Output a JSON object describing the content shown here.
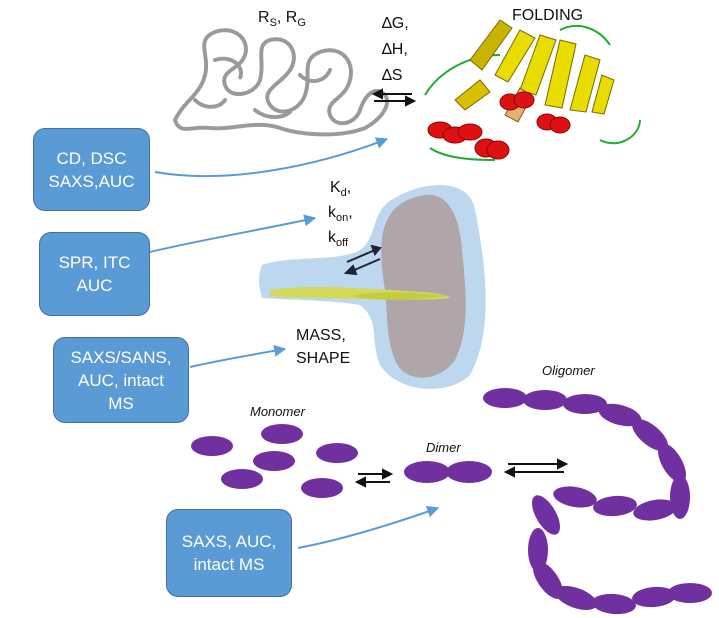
{
  "methods": {
    "folding_methods": [
      "CD, DSC",
      "SAXS,AUC"
    ],
    "binding_methods": [
      "SPR, ITC",
      "AUC"
    ],
    "shape_methods": [
      "SAXS/SANS,",
      "AUC, intact",
      "MS"
    ],
    "oligomer_methods": [
      "SAXS, AUC,",
      "intact MS"
    ]
  },
  "labels": {
    "folding": "FOLDING",
    "rs_r": "R",
    "rs_sub": "S",
    "rg_r": "R",
    "rg_sub": "G",
    "dg": "∆G,",
    "dh": "∆H,",
    "ds": "∆S",
    "kd": "K",
    "kd_sub": "d",
    "kon": "k",
    "kon_sub": "on",
    "koff": "k",
    "koff_sub": "off",
    "mass": "MASS,",
    "shape": "SHAPE",
    "monomer": "Monomer",
    "dimer": "Dimer",
    "oligomer": "Oligomer"
  },
  "colors": {
    "box_fill": "#5b9bd5",
    "box_border": "#41719c",
    "arrow_blue": "#5b9bd5",
    "purple": "#7030a0",
    "halo": "#bdd7ee",
    "core": "#b0a5a8",
    "helix": "#dd1111",
    "sheet": "#e8dc00",
    "unfolded": "#a0a0a0"
  }
}
